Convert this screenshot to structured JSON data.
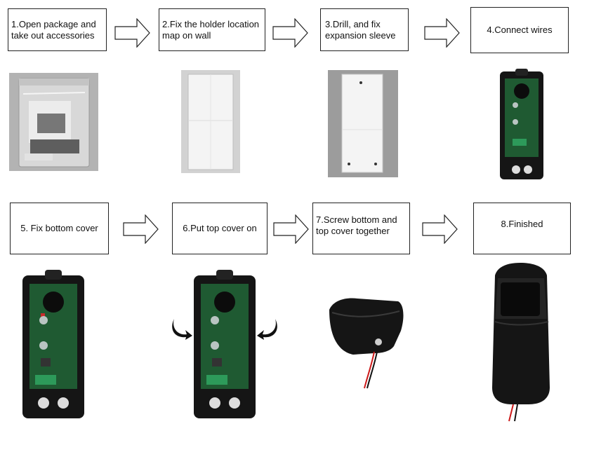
{
  "steps": [
    {
      "label": "1.Open package and\ntake out accessories"
    },
    {
      "label": "2.Fix the holder location\nmap on wall"
    },
    {
      "label": "3.Drill, and fix\nexpansion sleeve"
    },
    {
      "label": "4.Connect wires"
    },
    {
      "label": "5.  Fix bottom cover"
    },
    {
      "label": "6.Put top cover on"
    },
    {
      "label": "7.Screw bottom and\ntop cover together"
    },
    {
      "label": "8.Finished"
    }
  ],
  "colors": {
    "box_border": "#222222",
    "pcb_green": "#1f5a32",
    "housing_black": "#151515",
    "paper_white": "#f2f2f2",
    "background_gray": "#a9a9a9",
    "wire_red": "#cc1a1a"
  }
}
